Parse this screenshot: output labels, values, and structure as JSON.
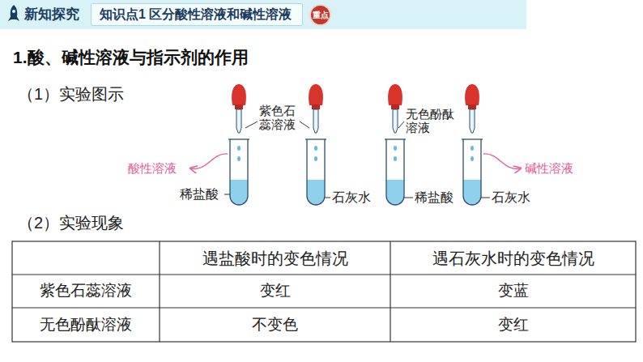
{
  "diagram": {
    "title": "1.酸、碱性溶液与指示剂的作用",
    "nodes": [
      {
        "text": [
          "新知探究"
        ]
      },
      {
        "text": [
          "知识点1 区分酸性溶液和碱性溶液"
        ],
        "in": 0
      },
      {
        "text": [
          "重点"
        ],
        "in": 0
      }
    ],
    "labels": [
      "（1）实验图示",
      "紫色石蕊溶液",
      "无色酚酞溶液",
      "酸性溶液",
      "碱性溶液",
      "稀盐酸",
      "石灰水",
      "稀盐酸",
      "石灰水",
      "（2）实验现象",
      "遇盐酸时的变色情况",
      "遇石灰水时的变色情况",
      "紫色石蕊溶液",
      "变红",
      "变蓝",
      "无色酚酞溶液",
      "不变色",
      "变红"
    ]
  }
}
